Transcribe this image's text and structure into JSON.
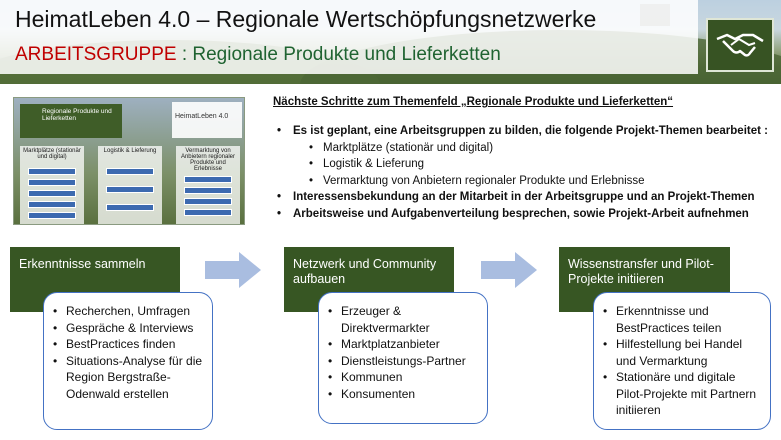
{
  "header": {
    "title": "HeimatLeben 4.0 – Regionale Wertschöpfungsnetzwerke",
    "subtitle_tag": "ARBEITSGRUPPE",
    "subtitle_rest": " : Regionale Produkte und Lieferketten",
    "logo_icon": "handshake-icon"
  },
  "thumbnail": {
    "box_title": "Regionale Produkte und Lieferketten",
    "brand": "HeimatLeben 4.0",
    "col1": "Marktplätze (stationär und digital)",
    "col2": "Logistik & Lieferung",
    "col3": "Vermarktung von Anbietern regionaler Produkte und Erlebnisse"
  },
  "next_steps": {
    "title": "Nächste Schritte zum Themenfeld „Regionale Produkte und Lieferketten“",
    "items": [
      "Es ist geplant, eine Arbeitsgruppen zu bilden, die folgende Projekt-Themen bearbeitet :",
      "Interessensbekundung an der Mitarbeit in der Arbeitsgruppe und an Projekt-Themen",
      "Arbeitsweise und Aufgabenverteilung besprechen, sowie Projekt-Arbeit aufnehmen"
    ],
    "subitems": [
      "Marktplätze (stationär und digital)",
      "Logistik & Lieferung",
      "Vermarktung von Anbietern regionaler Produkte und Erlebnisse"
    ]
  },
  "phases": [
    {
      "title": "Erkenntnisse sammeln",
      "items": [
        "Recherchen, Umfragen",
        "Gespräche & Interviews",
        "BestPractices finden",
        "Situations-Analyse für die Region Bergstraße-Odenwald erstellen"
      ]
    },
    {
      "title": "Netzwerk und Community aufbauen",
      "items": [
        "Erzeuger & Direktvermarkter",
        "Marktplatzanbieter",
        "Dienstleistungs-Partner",
        "Kommunen",
        "Konsumenten"
      ]
    },
    {
      "title": "Wissenstransfer und Pilot-Projekte initiieren",
      "items": [
        "Erkenntnisse und BestPractices teilen",
        "Hilfestellung bei Handel und Vermarktung",
        "Stationäre und digitale Pilot-Projekte mit Partnern initiieren"
      ]
    }
  ],
  "colors": {
    "accent_green": "#375623",
    "title_red": "#c00000",
    "subtitle_green": "#1f6331",
    "card_border": "#4472c4",
    "arrow": "#a9bde0"
  }
}
